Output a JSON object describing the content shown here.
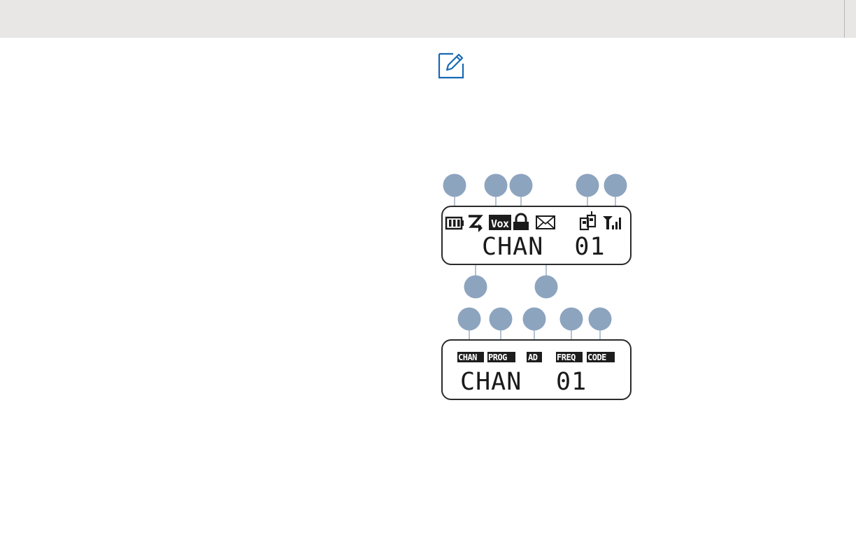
{
  "colors": {
    "header_bg": "#e8e7e5",
    "note_icon": "#1769b5",
    "callout": "#8da4bf",
    "lcd_ink": "#1a1a1a"
  },
  "note_icon": "pencil-note-icon",
  "display_top": {
    "icons": [
      "battery-icon",
      "scan-icon",
      "vox-icon",
      "lock-icon",
      "message-envelope-icon",
      "radio-to-radio-icon",
      "signal-strength-icon"
    ],
    "vox_label": "Vox",
    "main_text": "CHAN  01"
  },
  "display_bottom": {
    "tags": {
      "chan": "CHAN",
      "prog": "PROG",
      "ad": "AD",
      "freq": "FREQ",
      "code": "CODE"
    },
    "main_left": "CHAN",
    "main_right": "01"
  }
}
